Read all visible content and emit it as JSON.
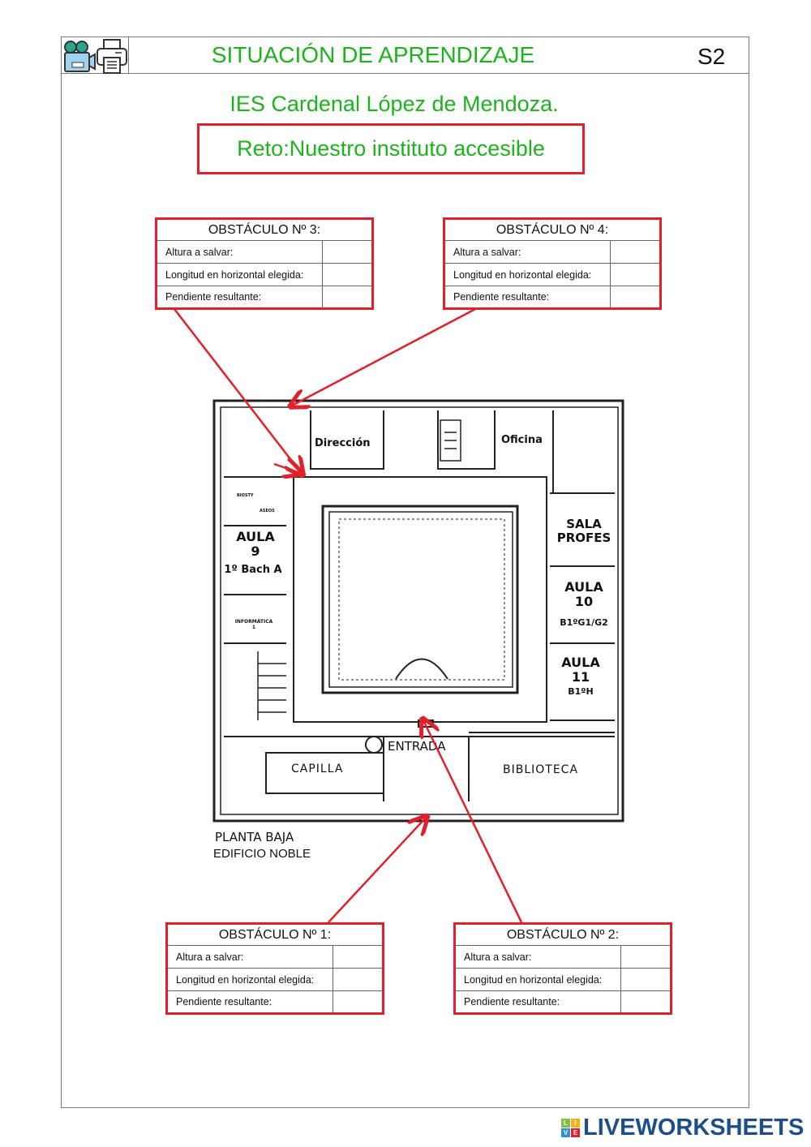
{
  "header": {
    "title": "SITUACIÓN DE APRENDIZAJE",
    "code": "S2",
    "icons": [
      "video-camera-icon",
      "printer-icon"
    ]
  },
  "school": "IES Cardenal López de Mendoza.",
  "challenge": "Reto:Nuestro instituto accesible",
  "obstacles": [
    {
      "title": "OBSTÁCULO Nº 3:",
      "rows": [
        "Altura a salvar:",
        "Longitud en horizontal elegida:",
        "Pendiente resultante:"
      ]
    },
    {
      "title": "OBSTÁCULO Nº 4:",
      "rows": [
        "Altura a salvar:",
        "Longitud en horizontal elegida:",
        "Pendiente resultante:"
      ]
    },
    {
      "title": "OBSTÁCULO Nº 1:",
      "rows": [
        "Altura a salvar:",
        "Longitud en horizontal elegida:",
        "Pendiente resultante:"
      ]
    },
    {
      "title": "OBSTÁCULO Nº 2:",
      "rows": [
        "Altura a salvar:",
        "Longitud en horizontal elegida:",
        "Pendiente resultante:"
      ]
    }
  ],
  "plan": {
    "direccion": "Dirección",
    "oficina": "Oficina",
    "sala": "SALA",
    "profes": "PROFES",
    "aula10": "AULA",
    "aula10n": "10",
    "aula10g": "B1ºG1/G2",
    "aula11": "AULA",
    "aula11n": "11",
    "aula11g": "B1ºH",
    "aula9": "AULA",
    "aula9n": "9",
    "aula9g": "1º Bach A",
    "informatica": "INFORMÁTICA",
    "informatican": "1",
    "aseos": "ASEOS",
    "biosty": "BIOSTY",
    "capilla": "CAPILLA",
    "entrada": "ENTRADA",
    "biblioteca": "BIBLIOTECA",
    "planta": "PLANTA BAJA",
    "edificio": "EDIFICIO NOBLE"
  },
  "footer": {
    "logo": "LIVEWORKSHEETS",
    "logo_letters": [
      "L",
      "I",
      "V",
      "E"
    ]
  },
  "colors": {
    "green": "#1db31d",
    "red": "#e2202b",
    "navy": "#1c4e8c"
  }
}
